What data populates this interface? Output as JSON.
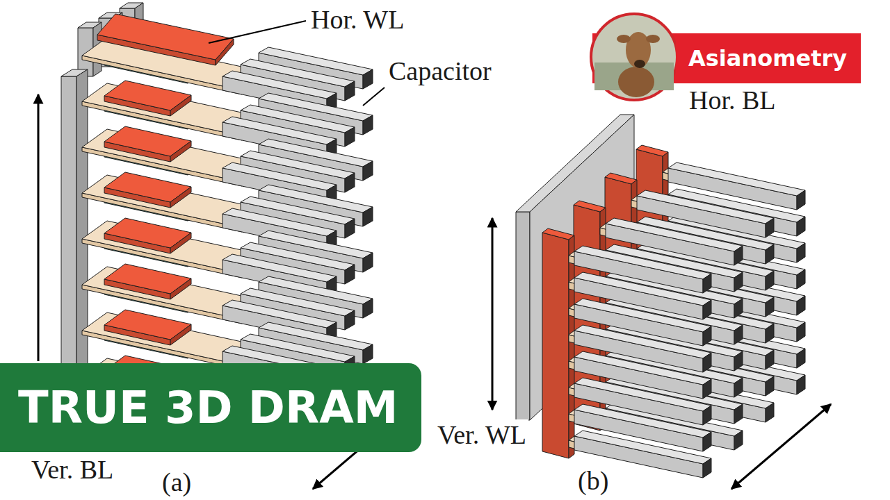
{
  "diagram": {
    "nodes": [
      {
        "text": [
          "Asianometry"
        ]
      },
      {
        "text": [
          "TRUE 3D DRAM"
        ]
      }
    ],
    "labels": [
      "Hor. WL",
      "Capacitor",
      "Hor. BL",
      "Ver. BL",
      "(a)",
      "Ver. WL",
      "(b)"
    ]
  }
}
